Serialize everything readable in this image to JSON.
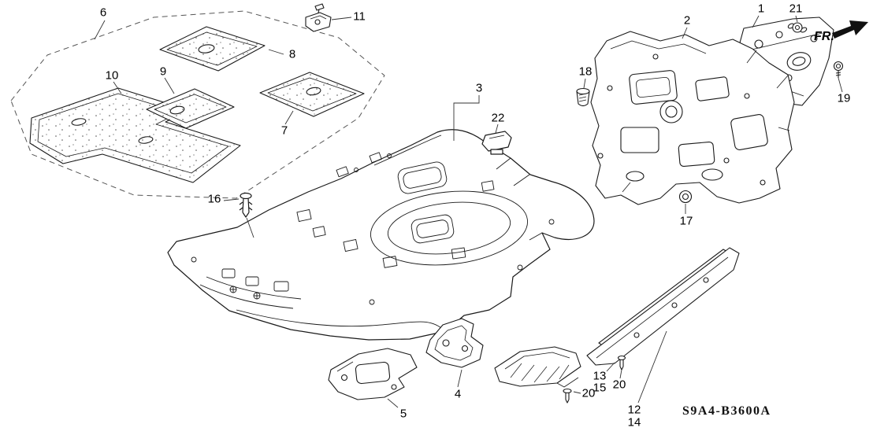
{
  "diagram": {
    "code": "S9A4-B3600A",
    "direction": "FR."
  },
  "callouts": {
    "c1": "1",
    "c2": "2",
    "c3": "3",
    "c4": "4",
    "c5": "5",
    "c6": "6",
    "c7": "7",
    "c8": "8",
    "c9": "9",
    "c10": "10",
    "c11": "11",
    "c12": "12",
    "c13": "13",
    "c14": "14",
    "c15": "15",
    "c16": "16",
    "c17": "17",
    "c18": "18",
    "c19": "19",
    "c20_left": "20",
    "c20_right": "20",
    "c21": "21",
    "c22": "22"
  }
}
